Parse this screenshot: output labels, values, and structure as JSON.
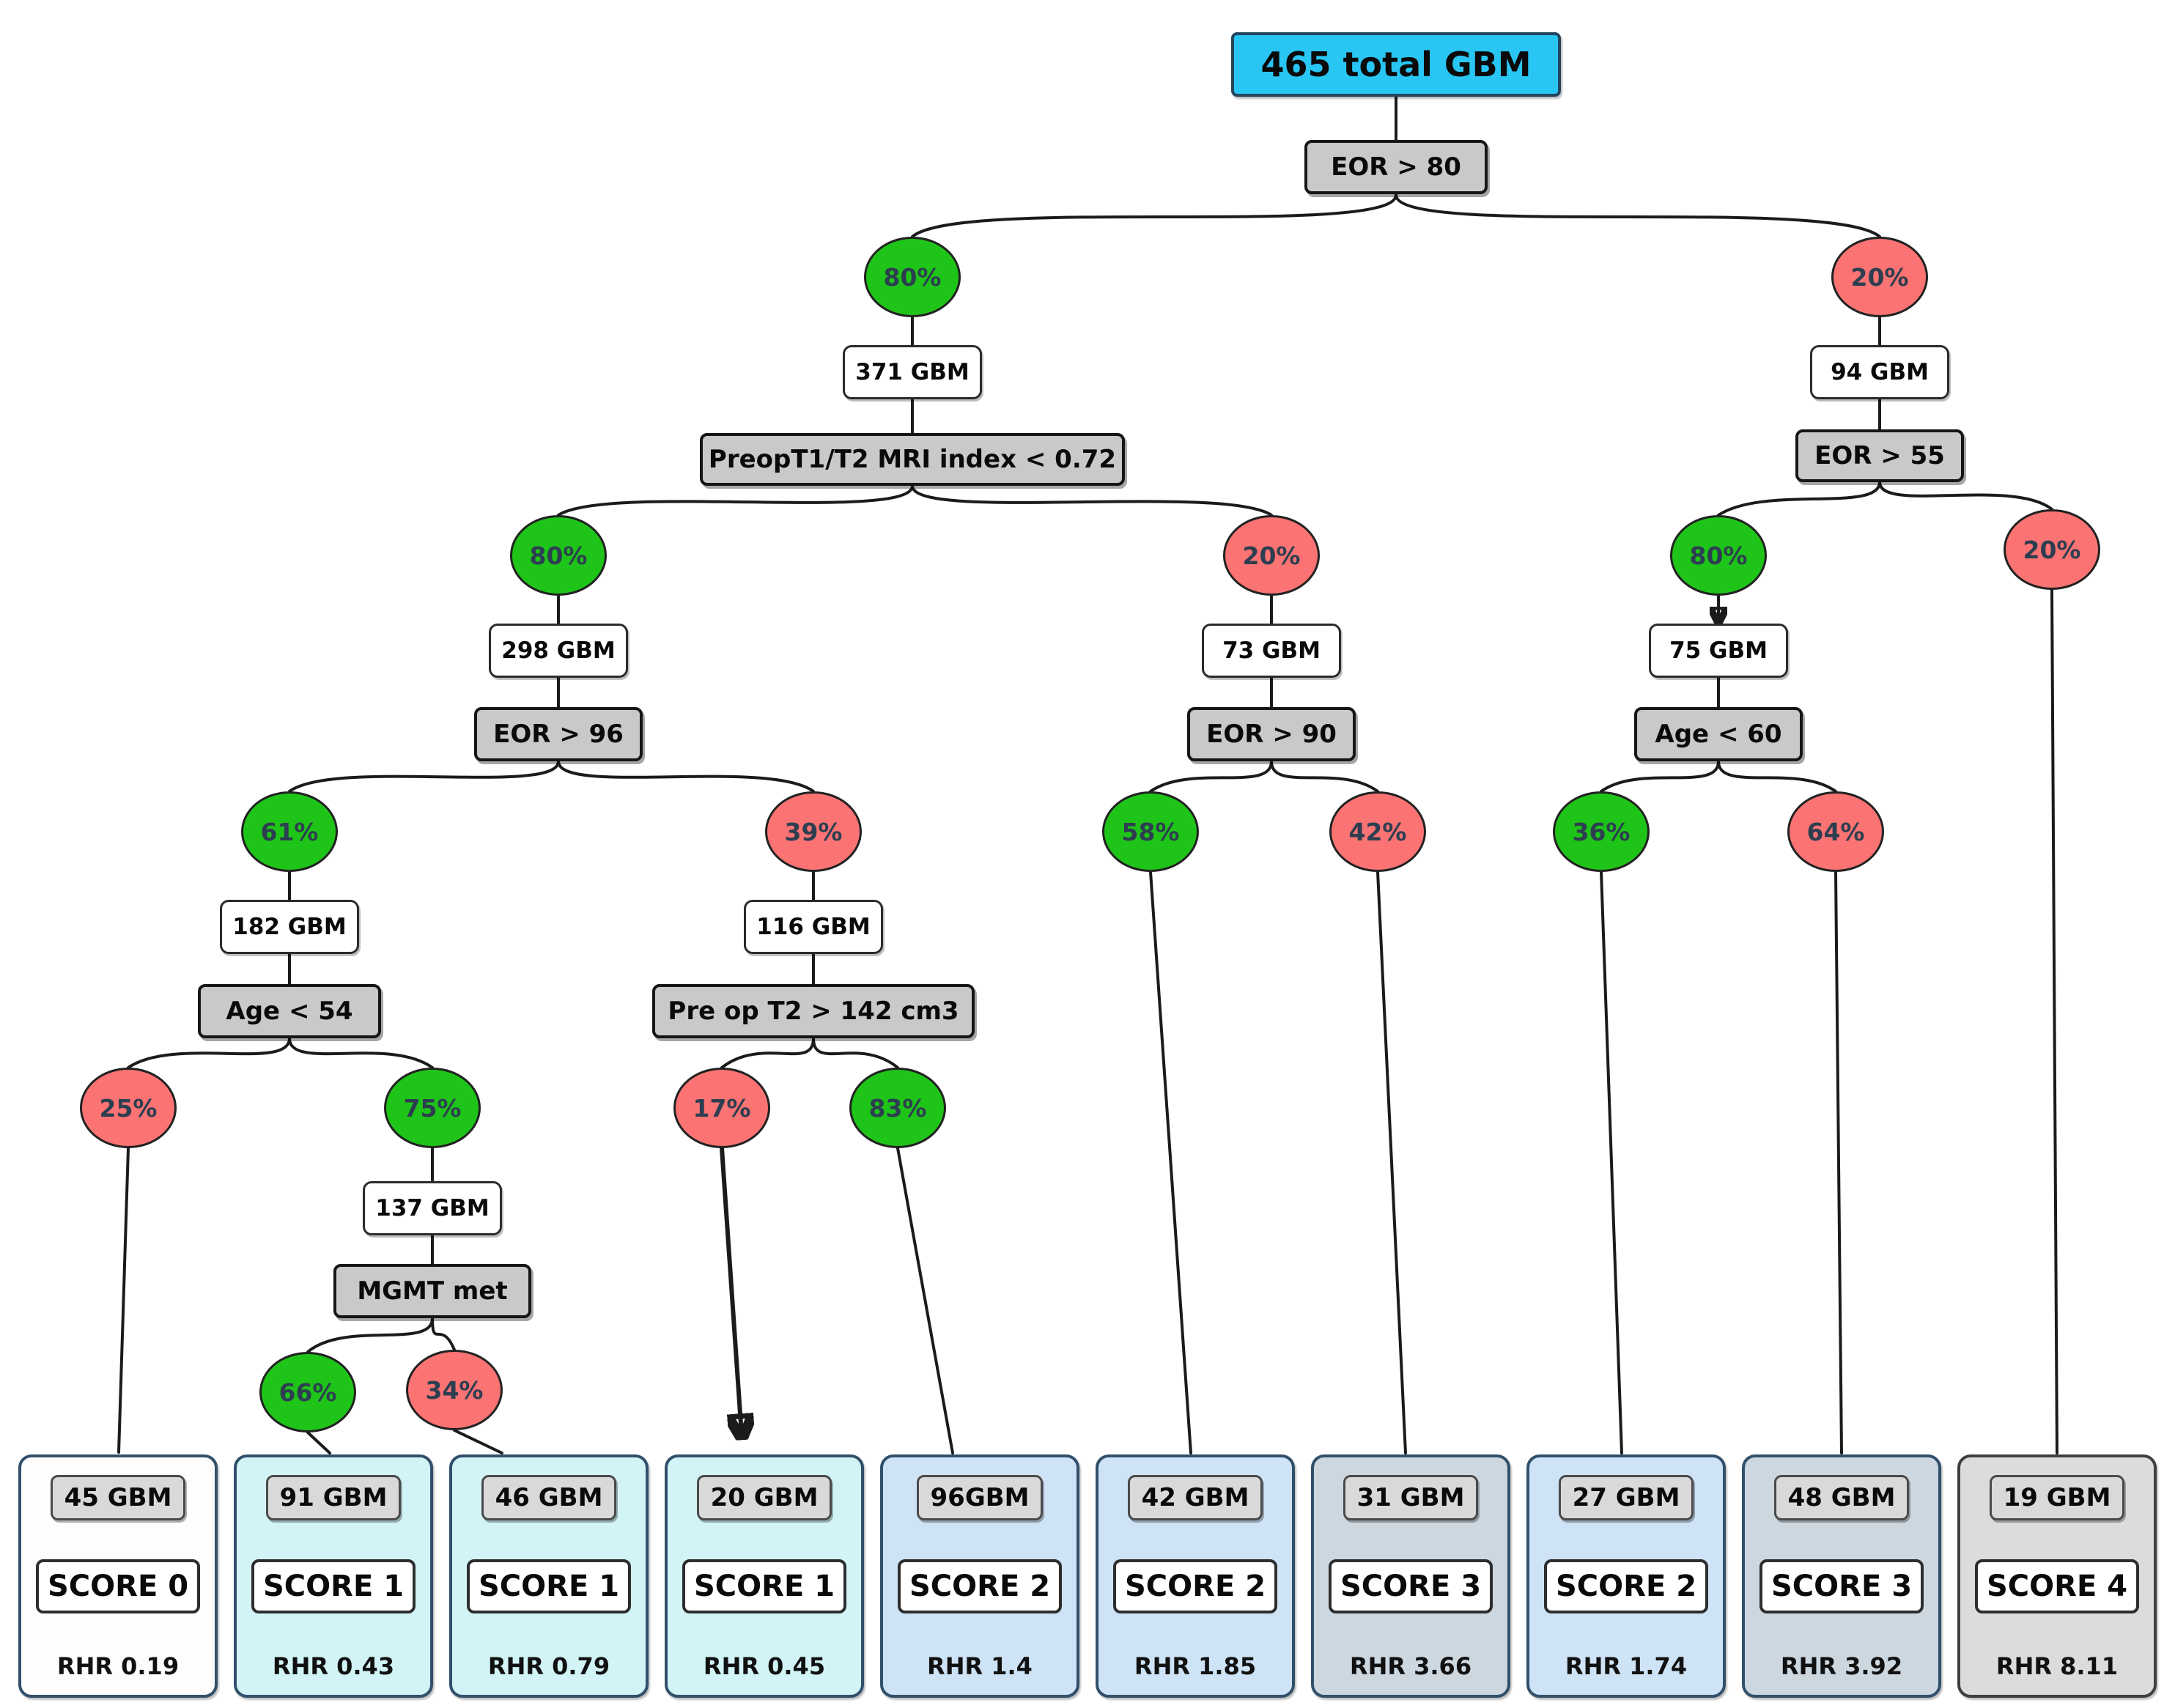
{
  "title_node": "465 total GBM",
  "decisions": {
    "eor80": "EOR > 80",
    "preop_index": "PreopT1/T2 MRI index < 0.72",
    "eor55": "EOR > 55",
    "eor96": "EOR > 96",
    "eor90": "EOR > 90",
    "age60": "Age < 60",
    "age54": "Age < 54",
    "preop_t2": "Pre op T2 > 142 cm3",
    "mgmt": "MGMT met"
  },
  "counts": {
    "n371": "371 GBM",
    "n94": "94 GBM",
    "n298": "298 GBM",
    "n73": "73 GBM",
    "n75": "75 GBM",
    "n182": "182 GBM",
    "n116": "116 GBM",
    "n137": "137 GBM"
  },
  "percents": {
    "p80_l2": "80%",
    "p20_l2": "20%",
    "p80_l3a": "80%",
    "p20_l3a": "20%",
    "p80_l3b": "80%",
    "p20_l3b": "20%",
    "p61": "61%",
    "p39": "39%",
    "p58": "58%",
    "p42": "42%",
    "p36": "36%",
    "p64": "64%",
    "p25": "25%",
    "p75": "75%",
    "p17": "17%",
    "p83": "83%",
    "p66": "66%",
    "p34": "34%"
  },
  "leaves": [
    {
      "gbm": "45 GBM",
      "score": "SCORE 0",
      "rhr": "RHR 0.19"
    },
    {
      "gbm": "91 GBM",
      "score": "SCORE 1",
      "rhr": "RHR 0.43"
    },
    {
      "gbm": "46 GBM",
      "score": "SCORE 1",
      "rhr": "RHR 0.79"
    },
    {
      "gbm": "20 GBM",
      "score": "SCORE 1",
      "rhr": "RHR 0.45"
    },
    {
      "gbm": "96GBM",
      "score": "SCORE 2",
      "rhr": "RHR 1.4"
    },
    {
      "gbm": "42 GBM",
      "score": "SCORE 2",
      "rhr": "RHR 1.85"
    },
    {
      "gbm": "31 GBM",
      "score": "SCORE 3",
      "rhr": "RHR 3.66"
    },
    {
      "gbm": "27 GBM",
      "score": "SCORE 2",
      "rhr": "RHR 1.74"
    },
    {
      "gbm": "48 GBM",
      "score": "SCORE 3",
      "rhr": "RHR 3.92"
    },
    {
      "gbm": "19 GBM",
      "score": "SCORE 4",
      "rhr": "RHR 8.11"
    }
  ],
  "colors": {
    "positive_green": "#1fc418",
    "negative_red": "#fb7373",
    "root_blue": "#29c6f4",
    "decision_gray": "#c9c9c9",
    "leaf_white": "#fdfdfd",
    "leaf_cyan": "#d2f4f6",
    "leaf_blue": "#cfe3f6",
    "leaf_bluegray": "#ccd7e0",
    "leaf_gray": "#dcdcdc"
  }
}
